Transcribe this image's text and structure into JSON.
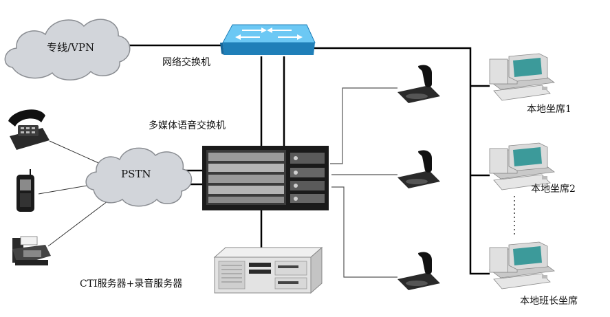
{
  "labels": {
    "vpn_cloud": "专线/VPN",
    "pstn_cloud": "PSTN",
    "network_switch": "网络交换机",
    "multimedia_switch": "多媒体语音交换机",
    "cti_server": "CTI服务器+录音服务器",
    "seat_1": "本地坐席1",
    "seat_2": "本地坐席2",
    "team_leader_seat": "本地班长坐席"
  },
  "icons": {
    "cloud": "cloud-icon",
    "switch": "network-switch-icon",
    "pbx": "multimedia-switch-icon",
    "server": "server-icon",
    "desk_phone": "desk-phone-icon",
    "mobile_phone": "mobile-phone-icon",
    "fax": "fax-machine-icon",
    "ip_phone": "ip-phone-icon",
    "workstation": "workstation-icon"
  },
  "colors": {
    "cloud_fill": "#d2d5da",
    "cloud_stroke": "#8a8d92",
    "switch_fill": "#3fb4f0",
    "switch_dark": "#1f7fb8",
    "pbx_body": "#1a1a1a",
    "server_body": "#e3e3e3",
    "phone_body": "#2a2a2a",
    "pc_body": "#dadada",
    "pc_screen": "#3c9a9a",
    "line_thick": "#000000",
    "line_thin": "#555555"
  }
}
